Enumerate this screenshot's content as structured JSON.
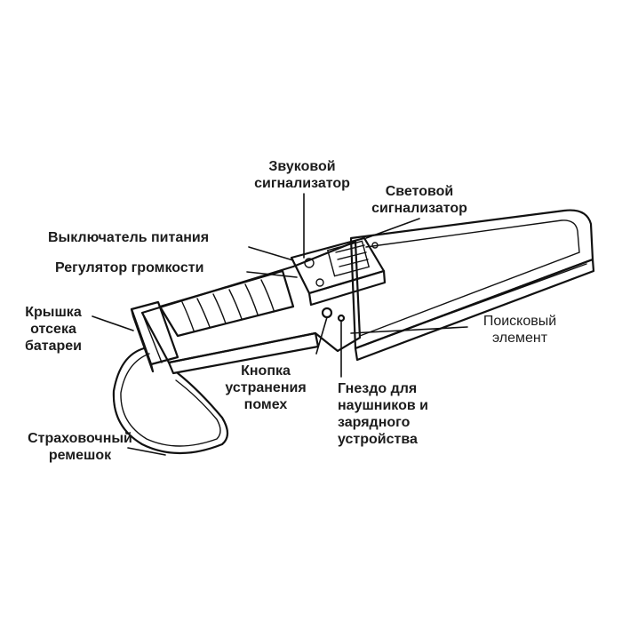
{
  "labels": {
    "sound_signal": [
      "Звуковой",
      "сигнализатор"
    ],
    "light_signal": [
      "Световой",
      "сигнализатор"
    ],
    "power_switch": [
      "Выключатель питания"
    ],
    "volume_control": [
      "Регулятор громкости"
    ],
    "battery_cover": [
      "Крышка",
      "отсека",
      "батареи"
    ],
    "search_element": [
      "Поисковый",
      "элемент"
    ],
    "noise_button": [
      "Кнопка",
      "устранения",
      "помех"
    ],
    "jack": [
      "Гнездо для",
      "наушников и",
      "зарядного",
      "устройства"
    ],
    "strap": [
      "Страховочный",
      "ремешок"
    ]
  },
  "colors": {
    "ink": "#111111",
    "background": "#ffffff"
  }
}
